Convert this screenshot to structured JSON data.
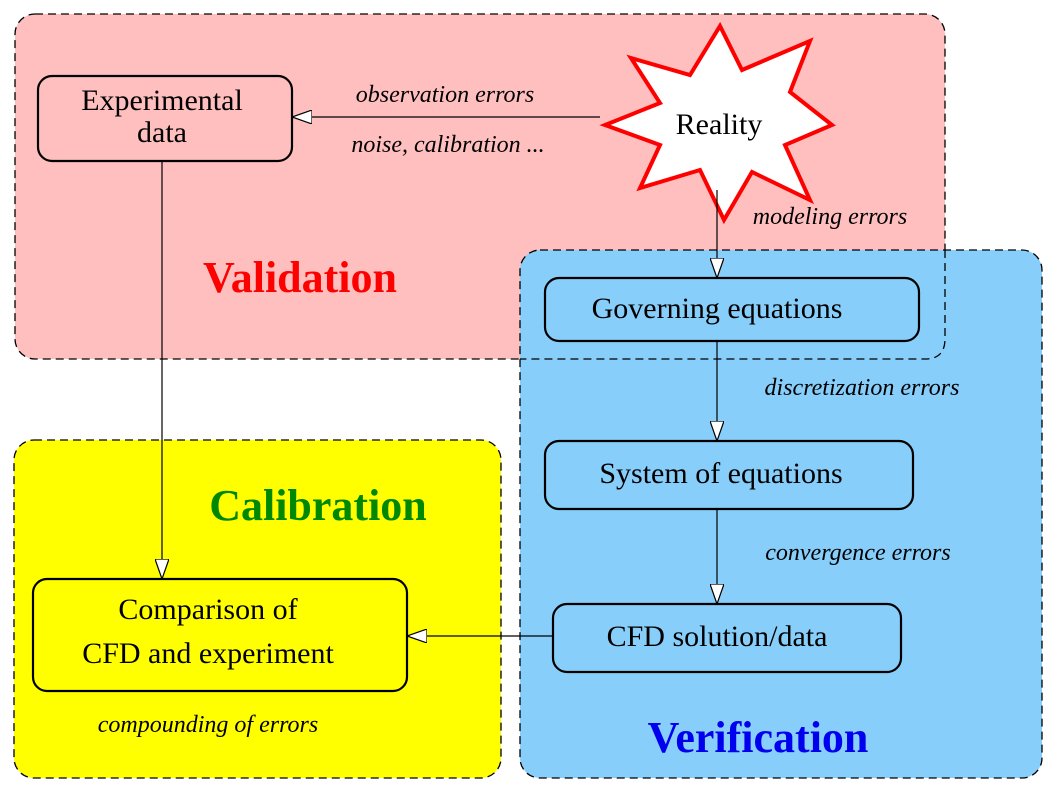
{
  "colors": {
    "validation_fill": "#ffbfbf",
    "verification_fill": "#87cefa",
    "calibration_fill": "#ffff00",
    "validation_title": "#ff0000",
    "verification_title": "#0000ee",
    "calibration_title": "#008800",
    "reality_stroke": "#ff0000"
  },
  "regions": {
    "validation": {
      "title": "Validation"
    },
    "verification": {
      "title": "Verification"
    },
    "calibration": {
      "title": "Calibration"
    }
  },
  "nodes": {
    "experimental_data": {
      "line1": "Experimental",
      "line2": "data"
    },
    "reality": {
      "label": "Reality",
      "icon": "starburst-icon"
    },
    "governing_equations": {
      "label": "Governing equations"
    },
    "system_of_equations": {
      "label": "System of equations"
    },
    "cfd_solution": {
      "label": "CFD solution/data"
    },
    "comparison": {
      "line1": "Comparison of",
      "line2": "CFD and experiment"
    }
  },
  "edges": {
    "reality_to_experimental": {
      "label_top": "observation errors",
      "label_bottom": "noise, calibration ..."
    },
    "reality_to_governing": {
      "label": "modeling errors"
    },
    "governing_to_system": {
      "label": "discretization errors"
    },
    "system_to_cfd": {
      "label": "convergence errors"
    },
    "cfd_to_comparison": {
      "label": ""
    },
    "experimental_to_comparison": {
      "label": ""
    }
  },
  "annotations": {
    "compounding": "compounding of errors"
  }
}
